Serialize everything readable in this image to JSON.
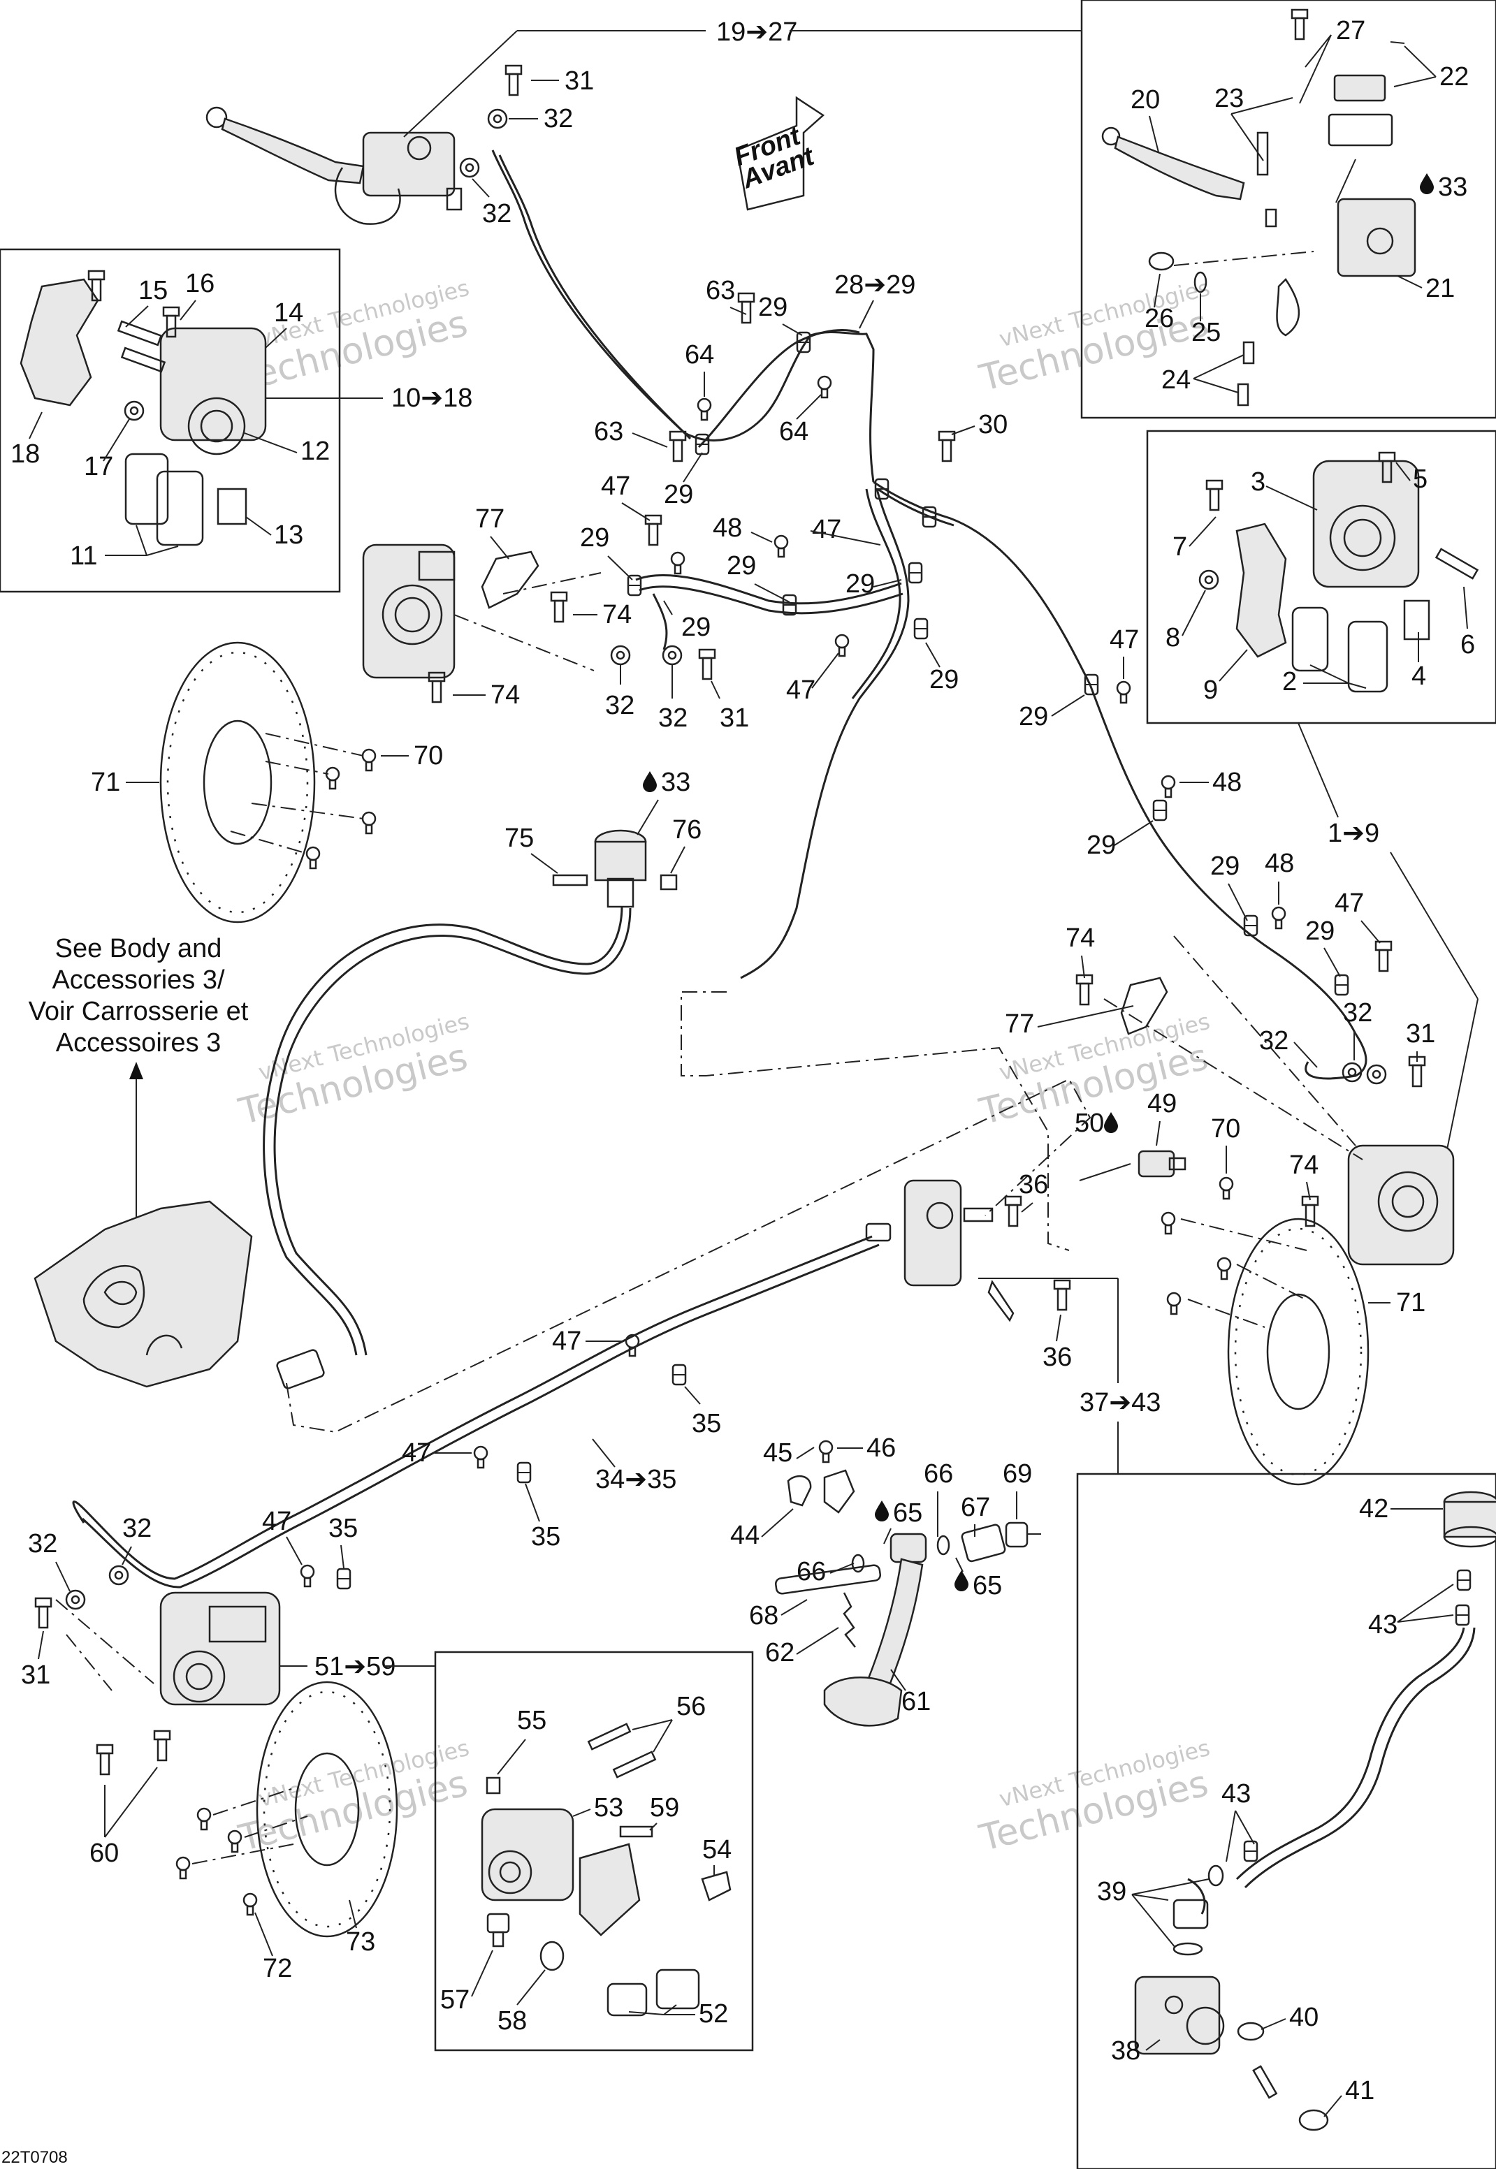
{
  "diagram": {
    "callouts": {
      "c19_27": "19➔27",
      "c31a": "31",
      "c32a": "32",
      "c32b": "32",
      "front": "Front",
      "avant": "Avant",
      "c27": "27",
      "c22": "22",
      "c20": "20",
      "c23": "23",
      "c33a": "33",
      "c21": "21",
      "c26": "26",
      "c25": "25",
      "c24": "24",
      "c15": "15",
      "c16": "16",
      "c14": "14",
      "c10_18": "10➔18",
      "c18": "18",
      "c17": "17",
      "c12": "12",
      "c11": "11",
      "c13": "13",
      "c63a": "63",
      "c29a": "29",
      "c28_29": "28➔29",
      "c64a": "64",
      "c63b": "63",
      "c64b": "64",
      "c29b": "29",
      "c30": "30",
      "c47a": "47",
      "c48a": "48",
      "c47b": "47",
      "c77a": "77",
      "c29c": "29",
      "c29d": "29",
      "c29e": "29",
      "c29f": "29",
      "c74a": "74",
      "c74b": "74",
      "c32c": "32",
      "c32d": "32",
      "c31b": "31",
      "c47c": "47",
      "c29g": "29",
      "c3": "3",
      "c5": "5",
      "c7": "7",
      "c8": "8",
      "c6": "6",
      "c2": "2",
      "c4": "4",
      "c9": "9",
      "c47d": "47",
      "c29h": "29",
      "c71a": "71",
      "c70a": "70",
      "c33b": "33",
      "c48b": "48",
      "c1_9": "1➔9",
      "c75": "75",
      "c76": "76",
      "c29i": "29",
      "c29j": "29",
      "c48c": "48",
      "c29k": "29",
      "c47e": "47",
      "c74c": "74",
      "c77b": "77",
      "c32e": "32",
      "c32f": "32",
      "c31c": "31",
      "c50": "50",
      "c49": "49",
      "c70b": "70",
      "c74d": "74",
      "c36a": "36",
      "c36b": "36",
      "c71b": "71",
      "c47f": "47",
      "c35a": "35",
      "c37_43": "37➔43",
      "c45": "45",
      "c46": "46",
      "c47g": "47",
      "c34_35": "34➔35",
      "c35b": "35",
      "c66a": "66",
      "c67": "67",
      "c69": "69",
      "c65a": "65",
      "c44": "44",
      "c66b": "66",
      "c65b": "65",
      "c32g": "32",
      "c32h": "32",
      "c47h": "47",
      "c35c": "35",
      "c68": "68",
      "c62": "62",
      "c61": "61",
      "c31d": "31",
      "c51_59": "51➔59",
      "c56": "56",
      "c55": "55",
      "c53": "53",
      "c59": "59",
      "c54": "54",
      "c60": "60",
      "c73": "73",
      "c72": "72",
      "c57": "57",
      "c58": "58",
      "c52": "52",
      "c42": "42",
      "c43a": "43",
      "c43b": "43",
      "c39": "39",
      "c40": "40",
      "c38": "38",
      "c41": "41"
    },
    "note_lines": [
      "See Body and",
      "Accessories 3/",
      "Voir Carrosserie et",
      "Accessoires 3"
    ],
    "watermark_line1": "vNext Technologies",
    "watermark_line2": "Technologies",
    "figure_code": "22T0708"
  }
}
